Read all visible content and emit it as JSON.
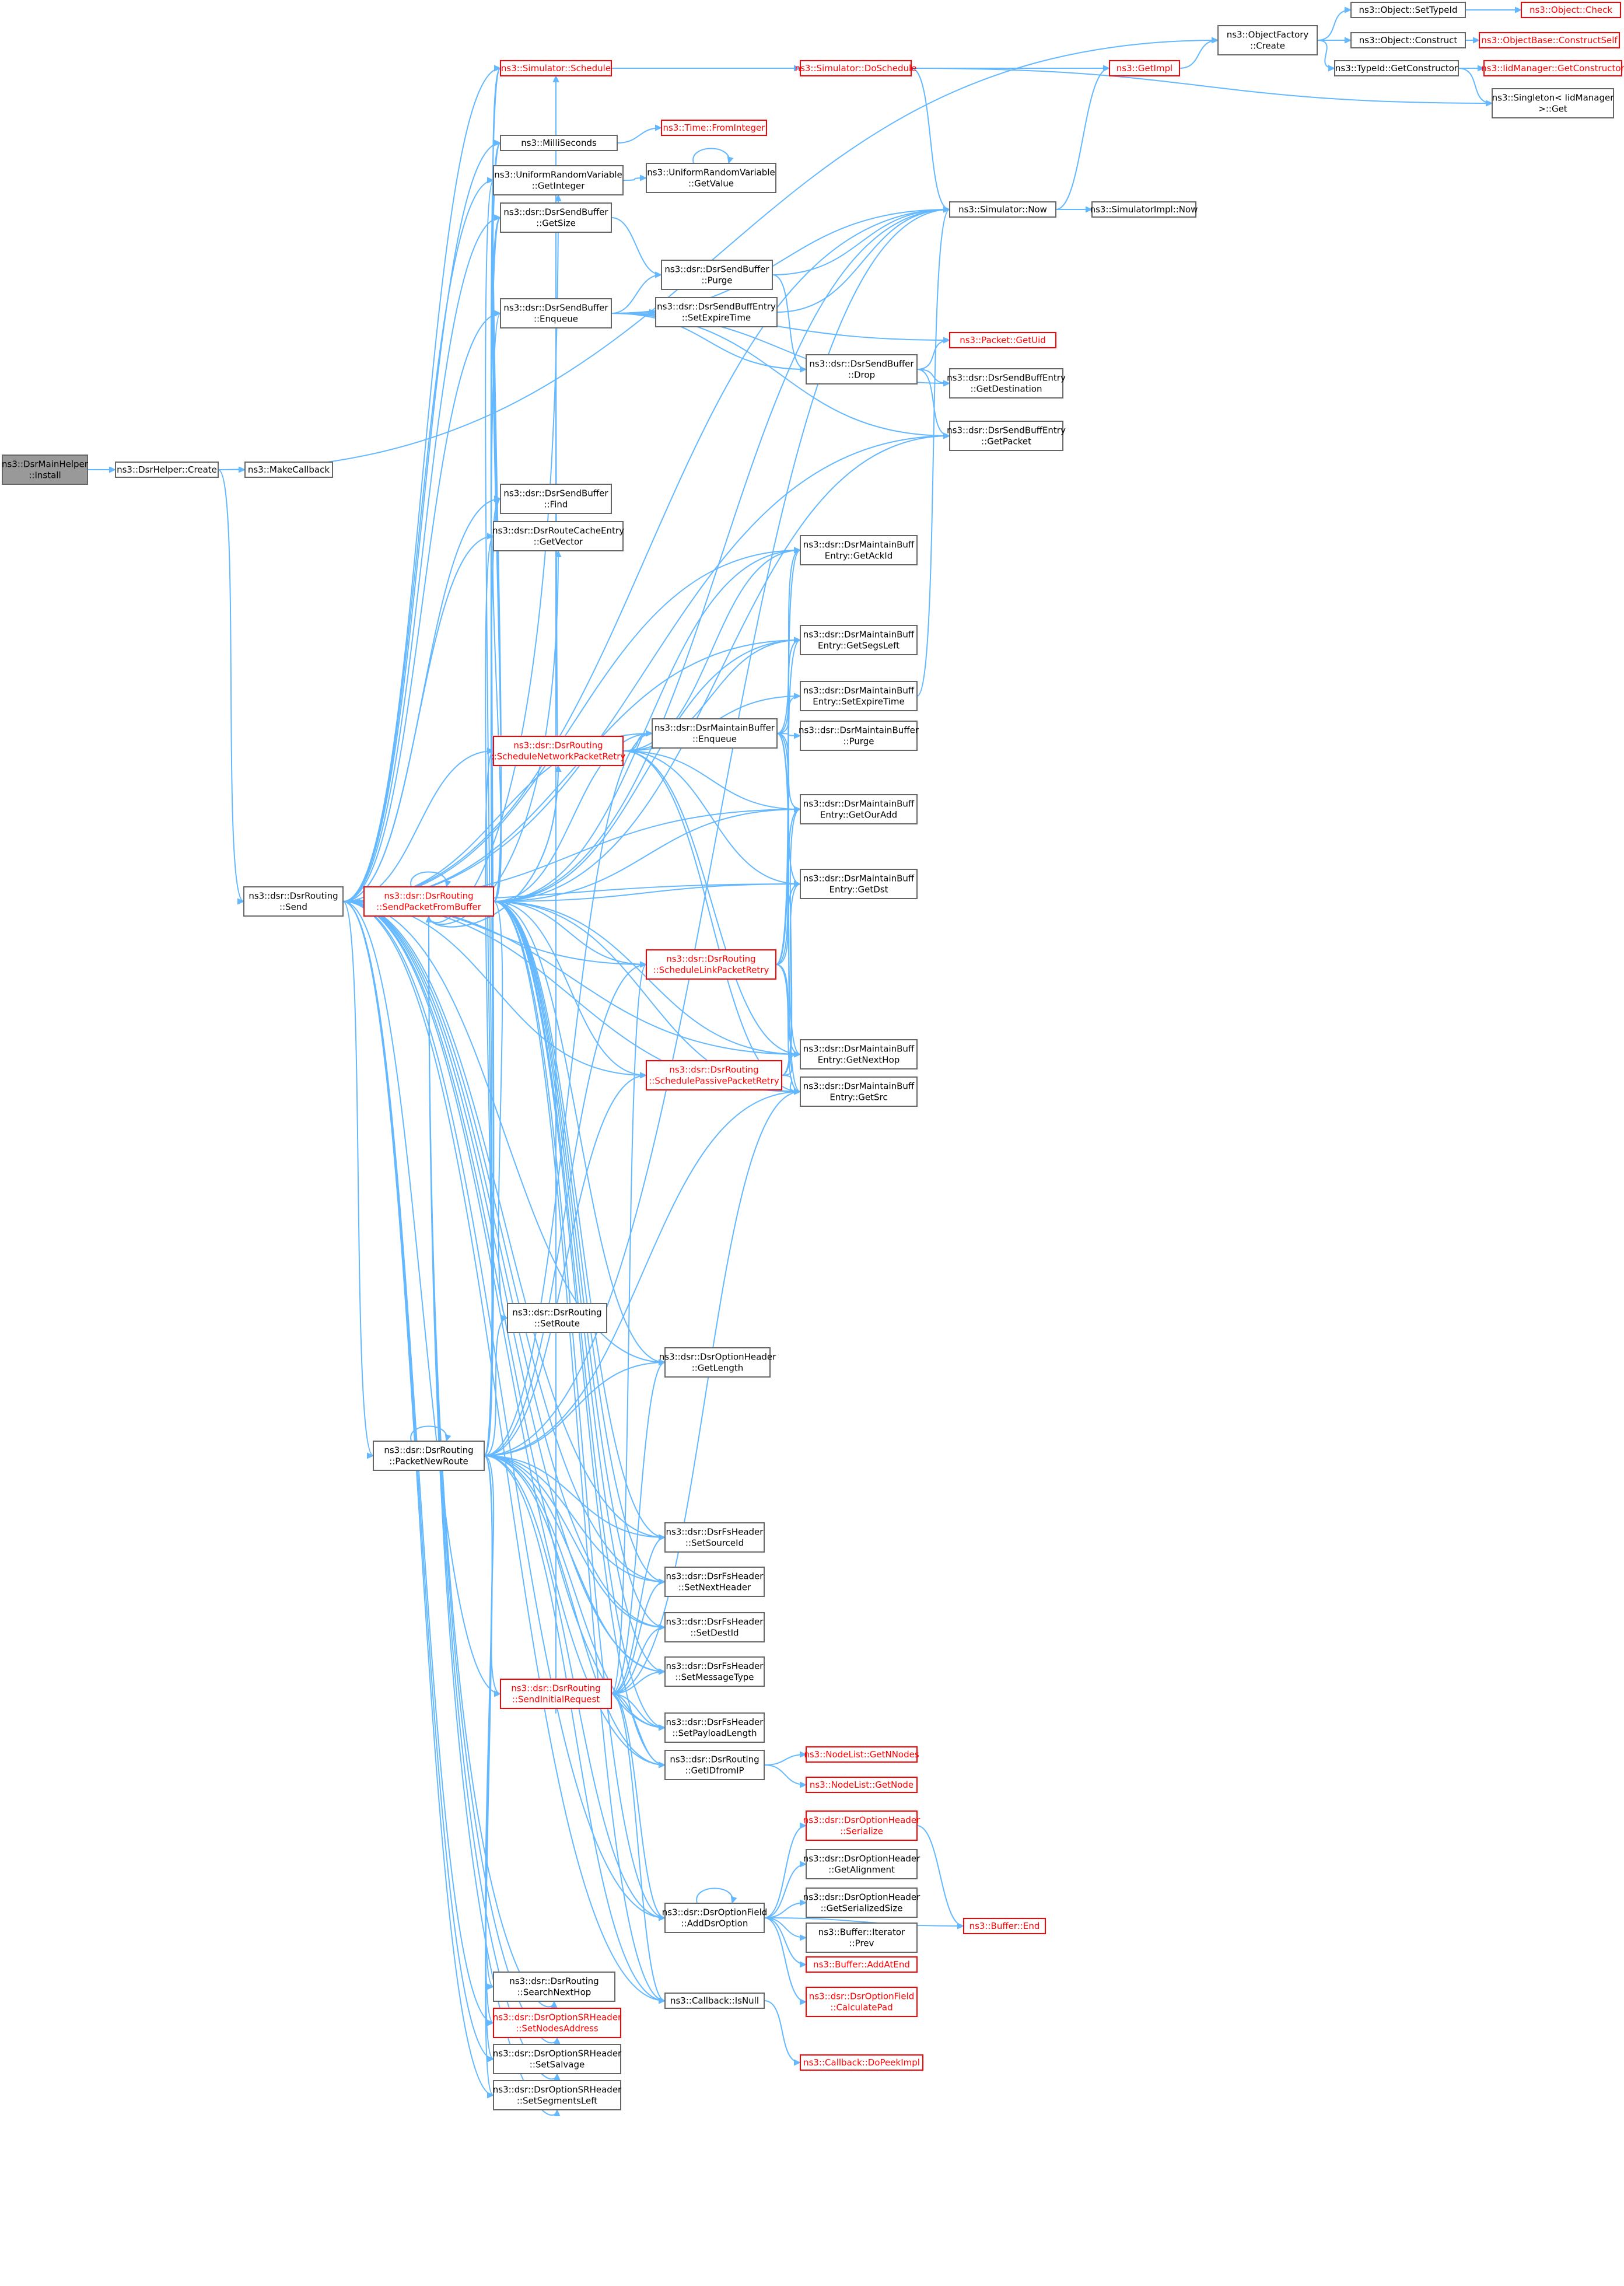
{
  "diagram": {
    "nodes": [
      {
        "id": "install",
        "lines": [
          "ns3::DsrMainHelper",
          "::Install"
        ],
        "style": "root"
      },
      {
        "id": "helperCreate",
        "lines": [
          "ns3::DsrHelper::Create"
        ]
      },
      {
        "id": "makeCallback",
        "lines": [
          "ns3::MakeCallback"
        ]
      },
      {
        "id": "send",
        "lines": [
          "ns3::dsr::DsrRouting",
          "::Send"
        ]
      },
      {
        "id": "packetNewRoute",
        "lines": [
          "ns3::dsr::DsrRouting",
          "::PacketNewRoute"
        ]
      },
      {
        "id": "sendPacketFromBuffer",
        "lines": [
          "ns3::dsr::DsrRouting",
          "::SendPacketFromBuffer"
        ],
        "style": "red"
      },
      {
        "id": "simSchedule",
        "lines": [
          "ns3::Simulator::Schedule"
        ],
        "style": "red"
      },
      {
        "id": "milliSeconds",
        "lines": [
          "ns3::MilliSeconds"
        ]
      },
      {
        "id": "urvGetInteger",
        "lines": [
          "ns3::UniformRandomVariable",
          "::GetInteger"
        ]
      },
      {
        "id": "sbGetSize",
        "lines": [
          "ns3::dsr::DsrSendBuffer",
          "::GetSize"
        ]
      },
      {
        "id": "sbEnqueue",
        "lines": [
          "ns3::dsr::DsrSendBuffer",
          "::Enqueue"
        ]
      },
      {
        "id": "sbFind",
        "lines": [
          "ns3::dsr::DsrSendBuffer",
          "::Find"
        ]
      },
      {
        "id": "rceGetVector",
        "lines": [
          "ns3::dsr::DsrRouteCacheEntry",
          "::GetVector"
        ]
      },
      {
        "id": "scheduleNetworkPacketRetry",
        "lines": [
          "ns3::dsr::DsrRouting",
          "::ScheduleNetworkPacketRetry"
        ],
        "style": "red"
      },
      {
        "id": "setRoute",
        "lines": [
          "ns3::dsr::DsrRouting",
          "::SetRoute"
        ]
      },
      {
        "id": "sendInitialRequest",
        "lines": [
          "ns3::dsr::DsrRouting",
          "::SendInitialRequest"
        ],
        "style": "red"
      },
      {
        "id": "searchNextHop",
        "lines": [
          "ns3::dsr::DsrRouting",
          "::SearchNextHop"
        ]
      },
      {
        "id": "srSetNodesAddress",
        "lines": [
          "ns3::dsr::DsrOptionSRHeader",
          "::SetNodesAddress"
        ],
        "style": "red"
      },
      {
        "id": "srSetSalvage",
        "lines": [
          "ns3::dsr::DsrOptionSRHeader",
          "::SetSalvage"
        ]
      },
      {
        "id": "srSetSegmentsLeft",
        "lines": [
          "ns3::dsr::DsrOptionSRHeader",
          "::SetSegmentsLeft"
        ]
      },
      {
        "id": "simDoSchedule",
        "lines": [
          "ns3::Simulator::DoSchedule"
        ],
        "style": "red"
      },
      {
        "id": "timeFromInteger",
        "lines": [
          "ns3::Time::FromInteger"
        ],
        "style": "red"
      },
      {
        "id": "urvGetValue",
        "lines": [
          "ns3::UniformRandomVariable",
          "::GetValue"
        ]
      },
      {
        "id": "sbPurge",
        "lines": [
          "ns3::dsr::DsrSendBuffer",
          "::Purge"
        ]
      },
      {
        "id": "sbeSetExpireTime",
        "lines": [
          "ns3::dsr::DsrSendBuffEntry",
          "::SetExpireTime"
        ]
      },
      {
        "id": "sbDrop",
        "lines": [
          "ns3::dsr::DsrSendBuffer",
          "::Drop"
        ]
      },
      {
        "id": "mbEnqueue",
        "lines": [
          "ns3::dsr::DsrMaintainBuffer",
          "::Enqueue"
        ]
      },
      {
        "id": "scheduleLinkPacketRetry",
        "lines": [
          "ns3::dsr::DsrRouting",
          "::ScheduleLinkPacketRetry"
        ],
        "style": "red"
      },
      {
        "id": "schedulePassivePacketRetry",
        "lines": [
          "ns3::dsr::DsrRouting",
          "::SchedulePassivePacketRetry"
        ],
        "style": "red"
      },
      {
        "id": "optGetLength",
        "lines": [
          "ns3::dsr::DsrOptionHeader",
          "::GetLength"
        ]
      },
      {
        "id": "fsSetSourceId",
        "lines": [
          "ns3::dsr::DsrFsHeader",
          "::SetSourceId"
        ]
      },
      {
        "id": "fsSetNextHeader",
        "lines": [
          "ns3::dsr::DsrFsHeader",
          "::SetNextHeader"
        ]
      },
      {
        "id": "fsSetDestId",
        "lines": [
          "ns3::dsr::DsrFsHeader",
          "::SetDestId"
        ]
      },
      {
        "id": "fsSetMessageType",
        "lines": [
          "ns3::dsr::DsrFsHeader",
          "::SetMessageType"
        ]
      },
      {
        "id": "fsSetPayloadLength",
        "lines": [
          "ns3::dsr::DsrFsHeader",
          "::SetPayloadLength"
        ]
      },
      {
        "id": "getIDfromIP",
        "lines": [
          "ns3::dsr::DsrRouting",
          "::GetIDfromIP"
        ]
      },
      {
        "id": "addDsrOption",
        "lines": [
          "ns3::dsr::DsrOptionField",
          "::AddDsrOption"
        ]
      },
      {
        "id": "callbackIsNull",
        "lines": [
          "ns3::Callback::IsNull"
        ]
      },
      {
        "id": "simNow",
        "lines": [
          "ns3::Simulator::Now"
        ]
      },
      {
        "id": "getImpl",
        "lines": [
          "ns3::GetImpl"
        ],
        "style": "red"
      },
      {
        "id": "packetGetUid",
        "lines": [
          "ns3::Packet::GetUid"
        ],
        "style": "red"
      },
      {
        "id": "sbeGetDestination",
        "lines": [
          "ns3::dsr::DsrSendBuffEntry",
          "::GetDestination"
        ]
      },
      {
        "id": "sbeGetPacket",
        "lines": [
          "ns3::dsr::DsrSendBuffEntry",
          "::GetPacket"
        ]
      },
      {
        "id": "mbeGetAckId",
        "lines": [
          "ns3::dsr::DsrMaintainBuff",
          "Entry::GetAckId"
        ]
      },
      {
        "id": "mbeGetSegsLeft",
        "lines": [
          "ns3::dsr::DsrMaintainBuff",
          "Entry::GetSegsLeft"
        ]
      },
      {
        "id": "mbeSetExpireTime",
        "lines": [
          "ns3::dsr::DsrMaintainBuff",
          "Entry::SetExpireTime"
        ]
      },
      {
        "id": "mbPurge",
        "lines": [
          "ns3::dsr::DsrMaintainBuffer",
          "::Purge"
        ]
      },
      {
        "id": "mbeGetOurAdd",
        "lines": [
          "ns3::dsr::DsrMaintainBuff",
          "Entry::GetOurAdd"
        ]
      },
      {
        "id": "mbeGetDst",
        "lines": [
          "ns3::dsr::DsrMaintainBuff",
          "Entry::GetDst"
        ]
      },
      {
        "id": "mbeGetNextHop",
        "lines": [
          "ns3::dsr::DsrMaintainBuff",
          "Entry::GetNextHop"
        ]
      },
      {
        "id": "mbeGetSrc",
        "lines": [
          "ns3::dsr::DsrMaintainBuff",
          "Entry::GetSrc"
        ]
      },
      {
        "id": "nodeListGetNNodes",
        "lines": [
          "ns3::NodeList::GetNNodes"
        ],
        "style": "red"
      },
      {
        "id": "nodeListGetNode",
        "lines": [
          "ns3::NodeList::GetNode"
        ],
        "style": "red"
      },
      {
        "id": "optSerialize",
        "lines": [
          "ns3::dsr::DsrOptionHeader",
          "::Serialize"
        ],
        "style": "red"
      },
      {
        "id": "optGetAlignment",
        "lines": [
          "ns3::dsr::DsrOptionHeader",
          "::GetAlignment"
        ]
      },
      {
        "id": "optGetSerializedSize",
        "lines": [
          "ns3::dsr::DsrOptionHeader",
          "::GetSerializedSize"
        ]
      },
      {
        "id": "bufferIteratorPrev",
        "lines": [
          "ns3::Buffer::Iterator",
          "::Prev"
        ]
      },
      {
        "id": "bufferAddAtEnd",
        "lines": [
          "ns3::Buffer::AddAtEnd"
        ],
        "style": "red"
      },
      {
        "id": "calculatePad",
        "lines": [
          "ns3::dsr::DsrOptionField",
          "::CalculatePad"
        ],
        "style": "red"
      },
      {
        "id": "callbackDoPeekImpl",
        "lines": [
          "ns3::Callback::DoPeekImpl"
        ],
        "style": "red"
      },
      {
        "id": "objectFactoryCreate",
        "lines": [
          "ns3::ObjectFactory",
          "::Create"
        ]
      },
      {
        "id": "simImplNow",
        "lines": [
          "ns3::SimulatorImpl::Now"
        ]
      },
      {
        "id": "objSetTypeId",
        "lines": [
          "ns3::Object::SetTypeId"
        ]
      },
      {
        "id": "objConstruct",
        "lines": [
          "ns3::Object::Construct"
        ]
      },
      {
        "id": "typeIdGetConstructor",
        "lines": [
          "ns3::TypeId::GetConstructor"
        ]
      },
      {
        "id": "singletonGet",
        "lines": [
          "ns3::Singleton< IidManager",
          ">::Get"
        ]
      },
      {
        "id": "bufferEnd",
        "lines": [
          "ns3::Buffer::End"
        ],
        "style": "red"
      },
      {
        "id": "objCheck",
        "lines": [
          "ns3::Object::Check"
        ],
        "style": "red"
      },
      {
        "id": "objBaseConstructSelf",
        "lines": [
          "ns3::ObjectBase::ConstructSelf"
        ],
        "style": "red"
      },
      {
        "id": "iidGetConstructor",
        "lines": [
          "ns3::IidManager::GetConstructor"
        ],
        "style": "red"
      }
    ]
  }
}
